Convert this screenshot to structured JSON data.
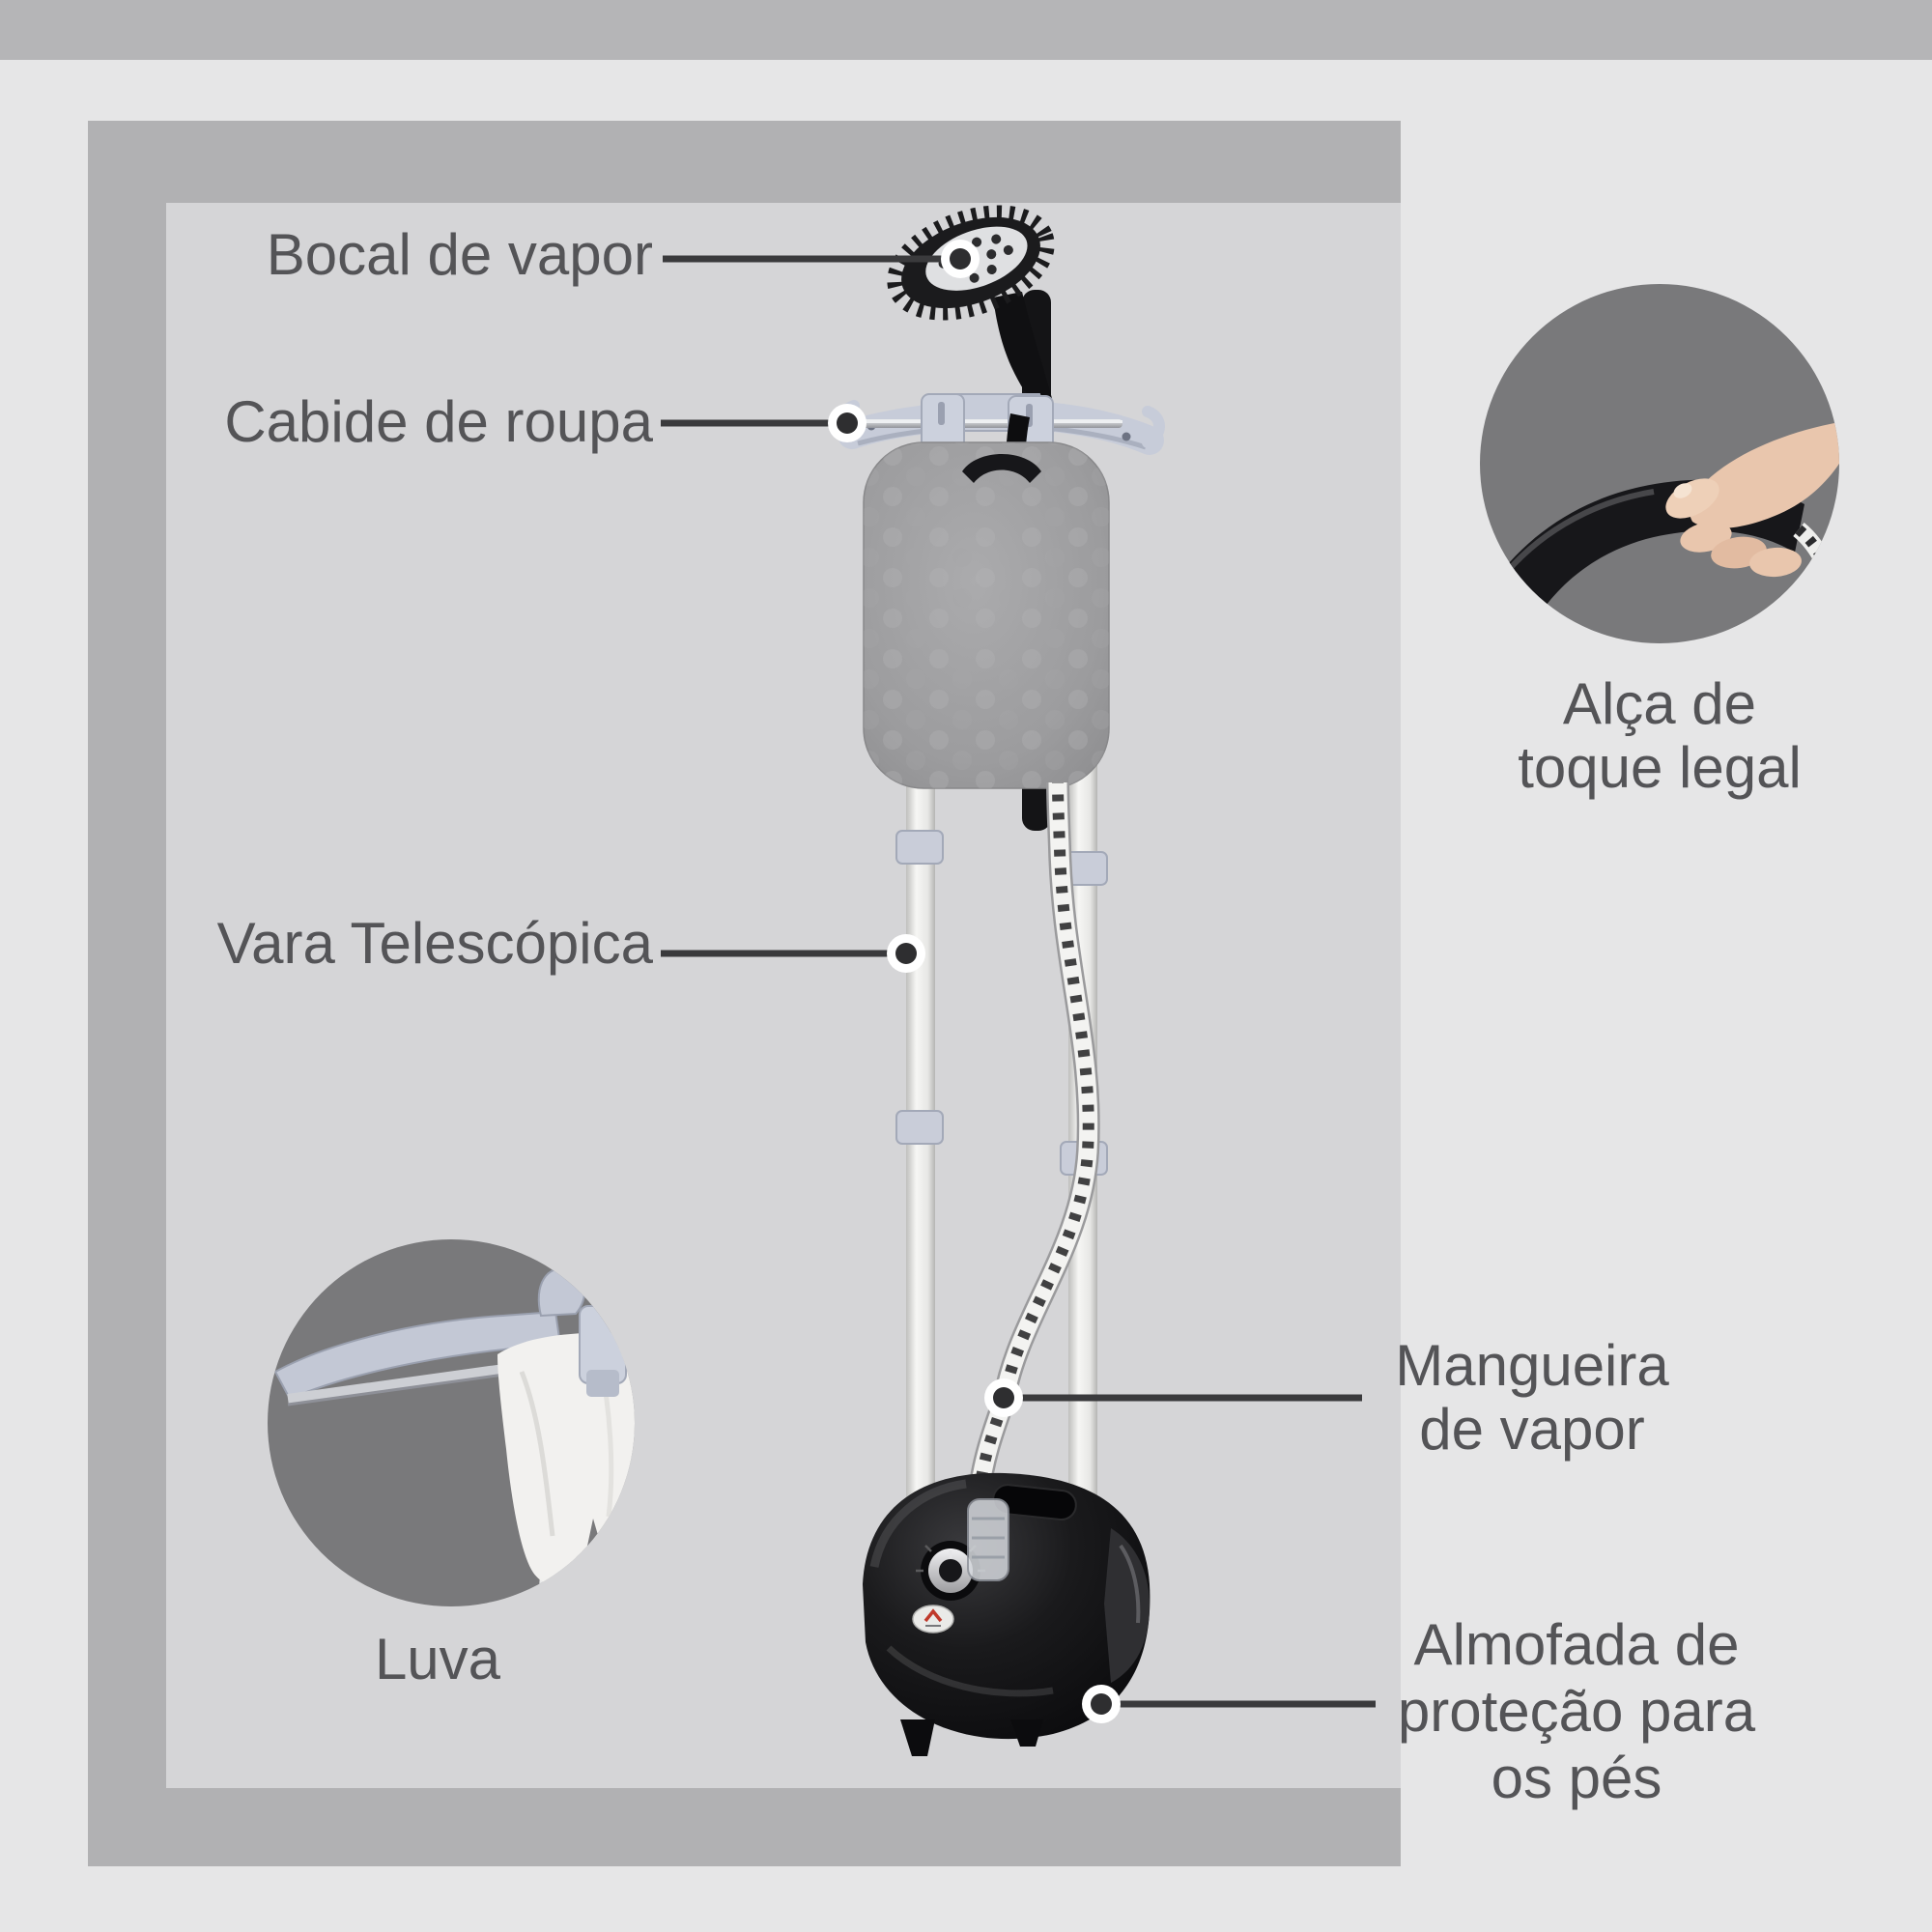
{
  "palette": {
    "outer_background": "#e6e6e7",
    "top_band": "#b5b5b7",
    "frame": "#b1b1b3",
    "panel": "#d5d5d7",
    "inset_circle": "#79797b",
    "label_text": "#545457",
    "callout_line": "#3a3a3c",
    "callout_dot": "#2e2e30",
    "hanger_plastic": "#c7ccd9",
    "pad_fabric": "#9c9c9e",
    "base_black": "#121214",
    "hand_skin": "#e9c6ad",
    "logo_accent": "#c0392b"
  },
  "annotations": {
    "steam_nozzle": {
      "label": "Bocal de vapor"
    },
    "hanger": {
      "label": "Cabide de roupa"
    },
    "telescopic_pole": {
      "label": "Vara Telescópica"
    },
    "cool_touch_handle": {
      "line1": "Alça de",
      "line2": "toque legal"
    },
    "steam_hose": {
      "line1": "Mangueira",
      "line2": "de vapor"
    },
    "glove": {
      "label": "Luva"
    },
    "foot_pad": {
      "line1": "Almofada de",
      "line2": "proteção para",
      "line3": "os pés"
    }
  }
}
